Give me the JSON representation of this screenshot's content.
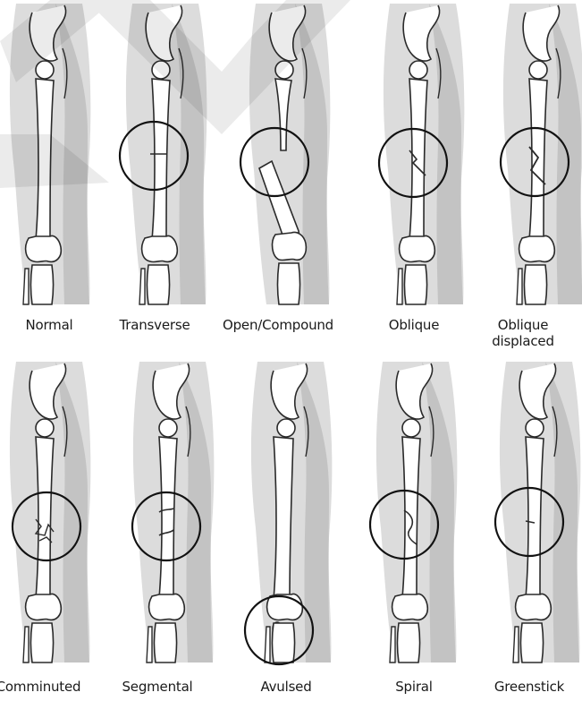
{
  "fracture_types": [
    {
      "label": "Normal"
    },
    {
      "label": "Transverse"
    },
    {
      "label": "Open/Compound"
    },
    {
      "label": "Oblique"
    },
    {
      "label": "Oblique\ndisplaced"
    },
    {
      "label": "Comminuted"
    },
    {
      "label": "Segmental"
    },
    {
      "label": "Avulsed"
    },
    {
      "label": "Spiral"
    },
    {
      "label": "Greenstick"
    }
  ],
  "colors": {
    "leg_shadow": "#dcdcdc",
    "leg_dark": "#bdbdbd",
    "bone_fill": "#ffffff",
    "bone_stroke": "#2a2a2a",
    "circle_stroke": "#111111",
    "watermark": "#000000"
  }
}
